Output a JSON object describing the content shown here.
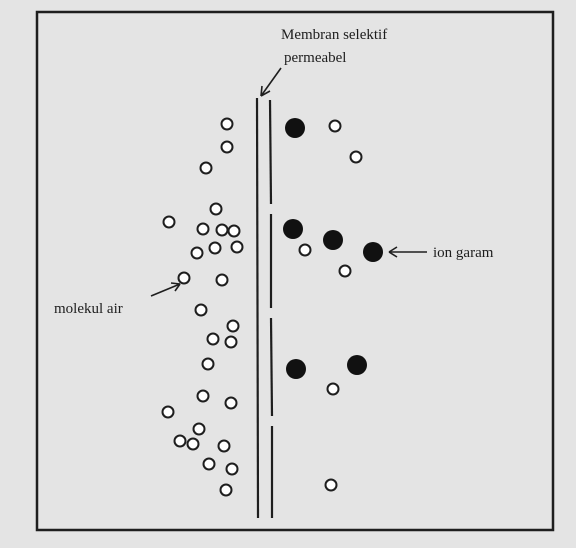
{
  "labels": {
    "membrane_line1": "Membran selektif",
    "membrane_line2": "permeabel",
    "salt_ion": "ion garam",
    "water_molecule": "molekul air"
  },
  "colors": {
    "paper": "#e4e4e4",
    "ink": "#1e1e1e",
    "water_fill": "#ffffff",
    "ion_fill": "#111111"
  },
  "legend": {
    "water_molecule_symbol": "open-circle",
    "salt_ion_symbol": "filled-circle"
  }
}
